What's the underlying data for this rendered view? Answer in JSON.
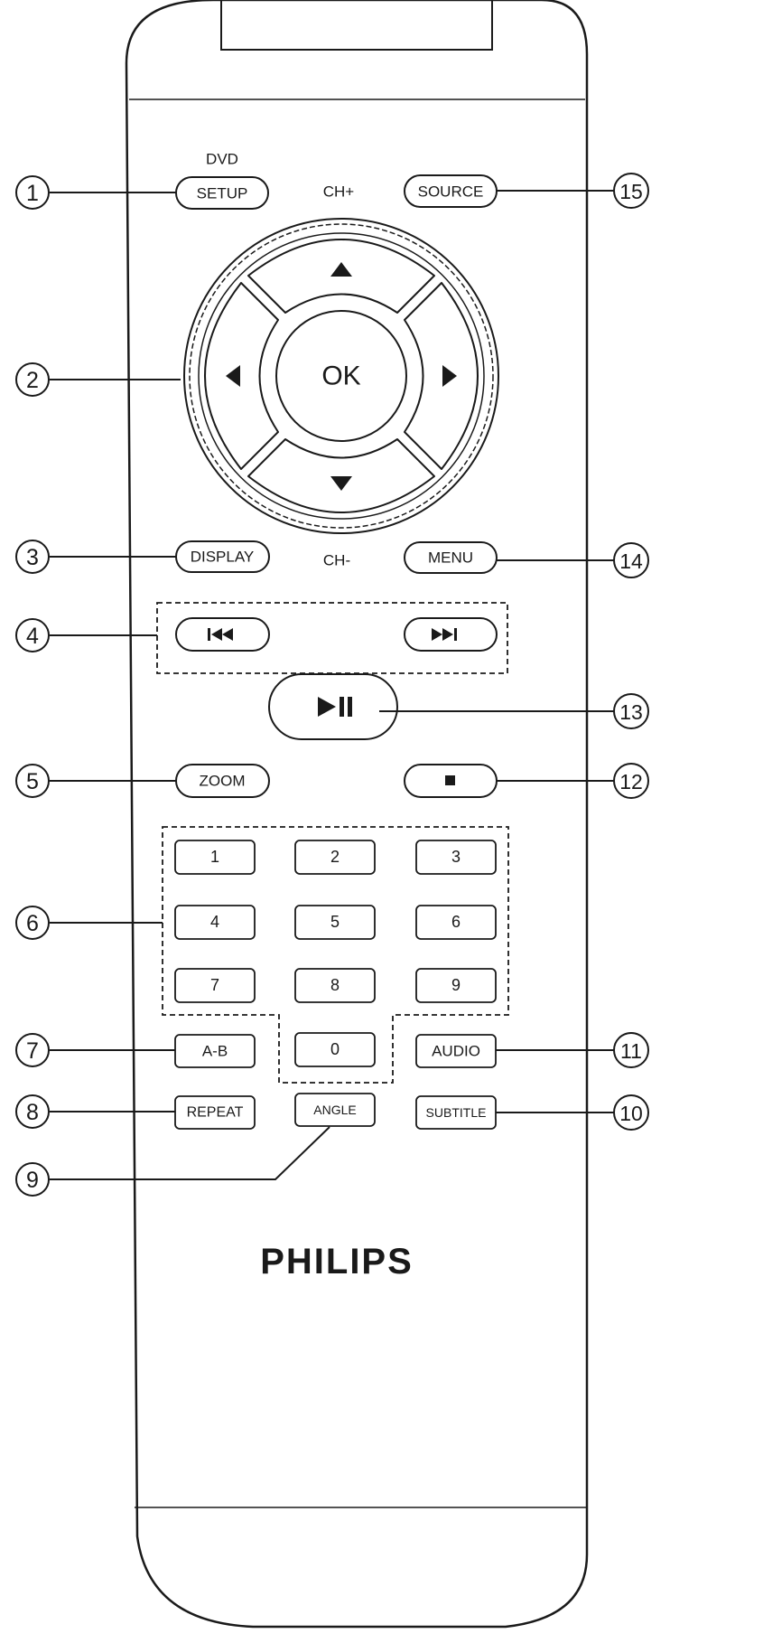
{
  "labels": {
    "dvd": "DVD",
    "setup": "SETUP",
    "ch_plus": "CH+",
    "ch_minus": "CH-",
    "source": "SOURCE",
    "ok": "OK",
    "display": "DISPLAY",
    "menu": "MENU",
    "zoom": "ZOOM",
    "ab": "A-B",
    "audio": "AUDIO",
    "repeat": "REPEAT",
    "angle": "ANGLE",
    "subtitle": "SUBTITLE",
    "brand": "PHILIPS"
  },
  "numbers": [
    "1",
    "2",
    "3",
    "4",
    "5",
    "6",
    "7",
    "8",
    "9",
    "0"
  ],
  "callouts": {
    "c1": "1",
    "c2": "2",
    "c3": "3",
    "c4": "4",
    "c5": "5",
    "c6": "6",
    "c7": "7",
    "c8": "8",
    "c9": "9",
    "c10": "10",
    "c11": "11",
    "c12": "12",
    "c13": "13",
    "c14": "14",
    "c15": "15"
  },
  "icons": {
    "up": "triangle-up-icon",
    "down": "triangle-down-icon",
    "left": "triangle-left-icon",
    "right": "triangle-right-icon",
    "prev": "previous-track-icon",
    "next": "next-track-icon",
    "play_pause": "play-pause-icon",
    "stop": "stop-icon"
  },
  "colors": {
    "line": "#1a1a1a",
    "body": "#ffffff"
  }
}
